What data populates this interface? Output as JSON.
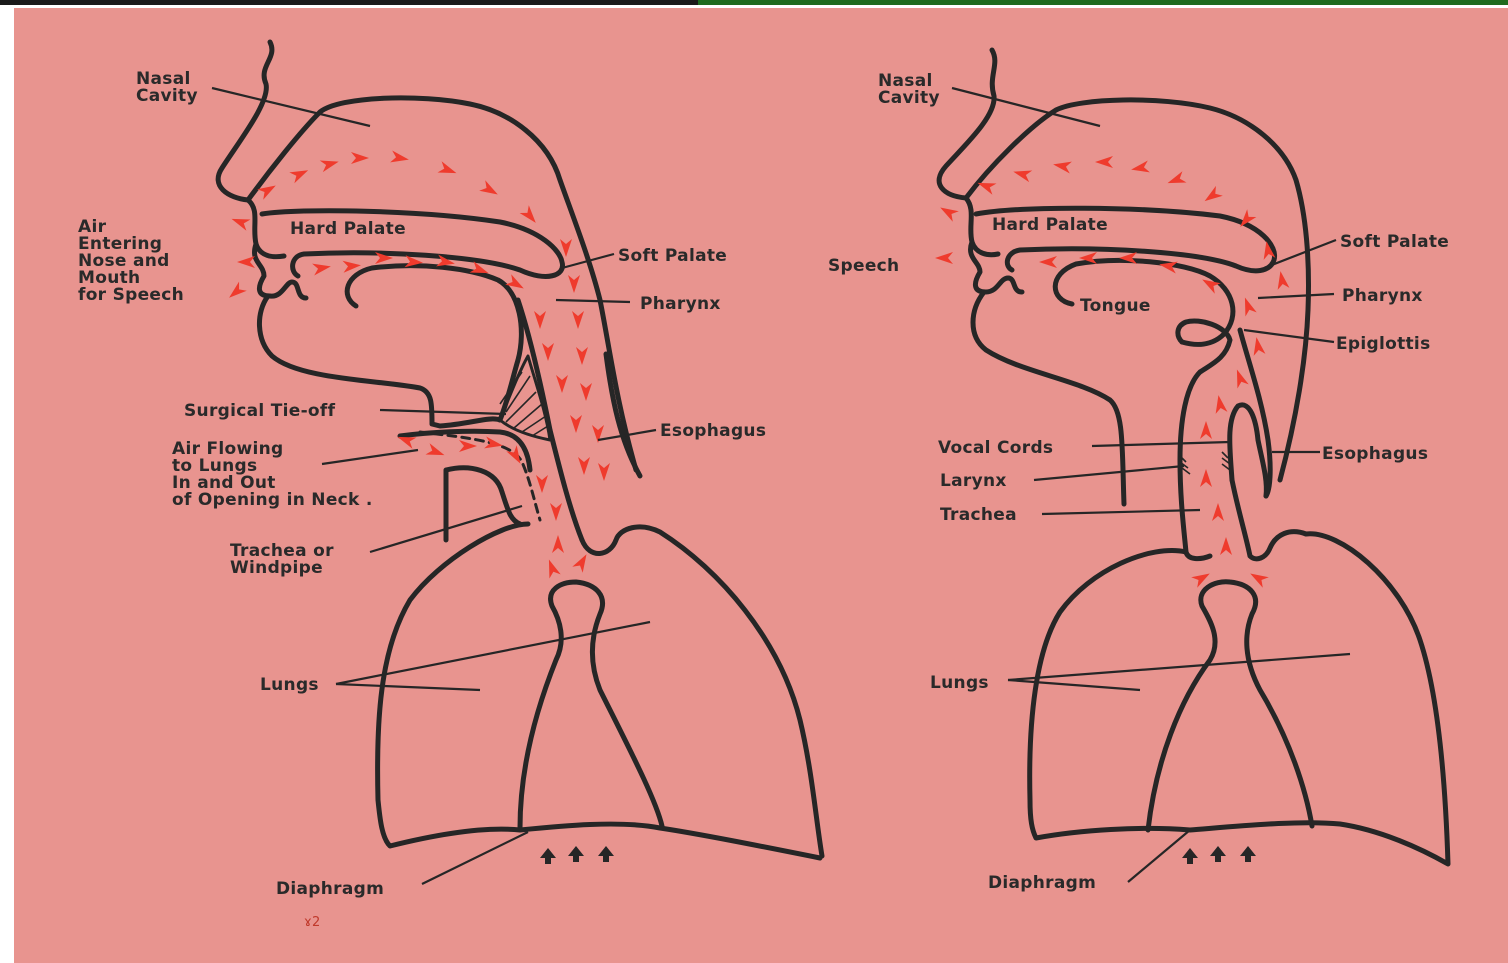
{
  "colors": {
    "background": "#e8948f",
    "outline": "#262626",
    "airflow": "#ef3b2d",
    "frame_top_left": "#1a1a1a",
    "frame_top_right": "#1e6b1e"
  },
  "left_diagram": {
    "labels": {
      "nasal_cavity": [
        "Nasal",
        "Cavity"
      ],
      "hard_palate": "Hard Palate",
      "air_entering": [
        "Air",
        "Entering",
        "Nose and",
        "Mouth",
        "for Speech"
      ],
      "soft_palate": "Soft Palate",
      "pharynx": "Pharynx",
      "surgical_tie_off": "Surgical Tie-off",
      "esophagus": "Esophagus",
      "air_flowing": [
        "Air Flowing",
        "to Lungs",
        "In and Out",
        "of Opening in Neck ."
      ],
      "trachea": [
        "Trachea or",
        "Windpipe"
      ],
      "lungs": "Lungs",
      "diaphragm": "Diaphragm"
    },
    "stray_mark": "ɤ2"
  },
  "right_diagram": {
    "labels": {
      "nasal_cavity": [
        "Nasal",
        "Cavity"
      ],
      "hard_palate": "Hard Palate",
      "speech": "Speech",
      "soft_palate": "Soft Palate",
      "tongue": "Tongue",
      "pharynx": "Pharynx",
      "epiglottis": "Epiglottis",
      "vocal_cords": "Vocal Cords",
      "esophagus": "Esophagus",
      "larynx": "Larynx",
      "trachea": "Trachea",
      "lungs": "Lungs",
      "diaphragm": "Diaphragm"
    }
  }
}
